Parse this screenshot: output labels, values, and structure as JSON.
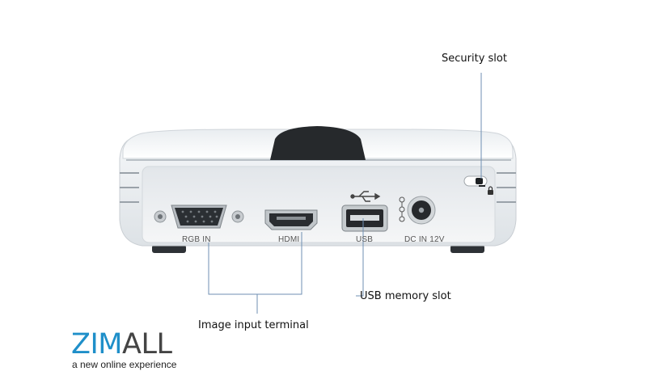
{
  "callouts": {
    "security_slot": "Security slot",
    "usb_memory_slot": "USB memory slot",
    "image_input_terminal": "Image input terminal"
  },
  "ports": {
    "rgb_in": "RGB IN",
    "hdmi": "HDMI",
    "usb": "USB",
    "dc_in": "DC IN 12V"
  },
  "logo": {
    "brand_part1": "ZIM",
    "brand_part2": "ALL",
    "tagline": "a new online experience"
  },
  "colors": {
    "brand_blue": "#1f8fc9",
    "brand_gray": "#444444",
    "callout_line_blue": "#6f8fb3"
  }
}
